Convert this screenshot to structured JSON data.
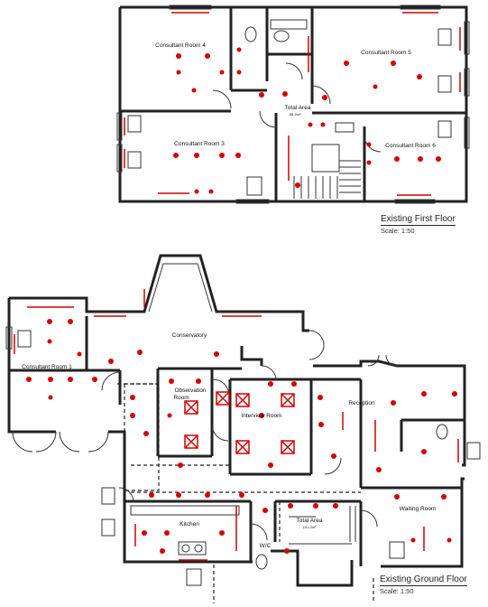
{
  "first_floor": {
    "caption": "Existing First Floor",
    "scale": "Scale: 1:50",
    "rooms": {
      "consultant4": "Consultant Room 4",
      "consultant5": "Consultant Room 5",
      "consultant3": "Consultant Room 3",
      "consultant6": "Consultant Room 6",
      "total_area": "Total Area",
      "total_area_value": "88.2m²"
    }
  },
  "ground_floor": {
    "caption": "Existing Ground Floor",
    "scale": "Scale: 1:50",
    "rooms": {
      "consultant1": "Consultant Room 1",
      "conservatory": "Conservatory",
      "observation1": "Observation",
      "observation2": "Room",
      "interview": "Interview Room",
      "reception": "Reception",
      "kitchen": "Kitchen",
      "total_area": "Total Area",
      "total_area_value": "101.2m²",
      "waiting": "Waiting Room",
      "wc": "W/C"
    }
  },
  "colors": {
    "wall": "#222222",
    "annotation": "#d40000",
    "background": "#ffffff"
  }
}
